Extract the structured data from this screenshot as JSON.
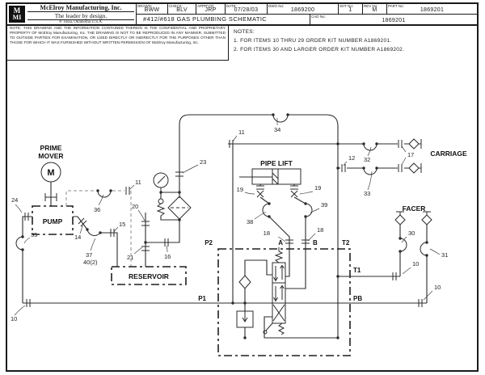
{
  "header": {
    "logo": {
      "top": "M",
      "bottom": "MI"
    },
    "company": {
      "name": "McElroy Manufacturing, Inc.",
      "tagline": "The leader by design.",
      "registered": "®",
      "location": "Tulsa, Oklahoma U.S.A."
    },
    "fields": [
      {
        "label": "DRAWN:",
        "value": "BWW"
      },
      {
        "label": "CHECK:",
        "value": "BLV"
      },
      {
        "label": "APPR'V'D:",
        "value": "JRP"
      },
      {
        "label": "DATE:",
        "value": "07/28/03"
      },
      {
        "label": "DWG No:",
        "value": "1869200"
      },
      {
        "label": "SHT No:",
        "value": "1"
      },
      {
        "label": "REV No:",
        "value": "M"
      },
      {
        "label": "PART No:",
        "value": "1869201"
      }
    ],
    "title": "#412/#618 GAS PLUMBING SCHEMATIC",
    "cad_label": "CAD No:",
    "cad_value": "1869201"
  },
  "notice": "NOTE: THIS DRAWING AND THE INFORMATION CONTAINED THEREIN IS THE CONFIDENTIAL AND PROPRIETARY PROPERTY OF McElroy Manufacturing, Inc. THE DRAWING IS NOT TO BE REPRODUCED IN ANY MANNER, SUBMITTED TO OUTSIDE PARTIES FOR EXAMINATION, OR USED DIRECTLY OR INDIRECTLY FOR THE PURPOSES OTHER THAN THOSE FOR WHICH IT WAS FURNISHED WITHOUT WRITTEN PERMISSION OF McElroy Manufacturing, Inc.",
  "notes": {
    "title": "NOTES:",
    "item1": "1. FOR ITEMS 10 THRU 29 ORDER KIT NUMBER A1869201.",
    "item2": "2. FOR ITEMS 30 AND LARGER ORDER KIT NUMBER A1869202."
  },
  "schematic": {
    "components": {
      "prime": "PRIME",
      "mover": "MOVER",
      "motor": "M",
      "pump": "PUMP",
      "reservoir": "RESERVOIR",
      "pipe_lift": "PIPE LIFT",
      "carriage": "CARRIAGE",
      "facer": "FACER"
    },
    "ports": {
      "p1": "P1",
      "p2": "P2",
      "pb": "PB",
      "t1": "T1",
      "t2": "T2",
      "a": "A",
      "b": "B"
    },
    "item_labels": {
      "i24": "24",
      "i35": "35",
      "i10a": "10",
      "i36": "36",
      "i11a": "11",
      "i14": "14",
      "i37": "37",
      "i40": "40(2)",
      "i15": "15",
      "i20": "20",
      "i21": "21",
      "i16": "16",
      "i23": "23",
      "i34": "34",
      "i11b": "11",
      "i12": "12",
      "i32": "32",
      "i33": "33",
      "i17": "17",
      "i19a": "19",
      "i19b": "19",
      "i38": "38",
      "i39": "39",
      "i18a": "18",
      "i18b": "18",
      "i30": "30",
      "i31": "31",
      "i10b": "10",
      "i10c": "10"
    }
  }
}
